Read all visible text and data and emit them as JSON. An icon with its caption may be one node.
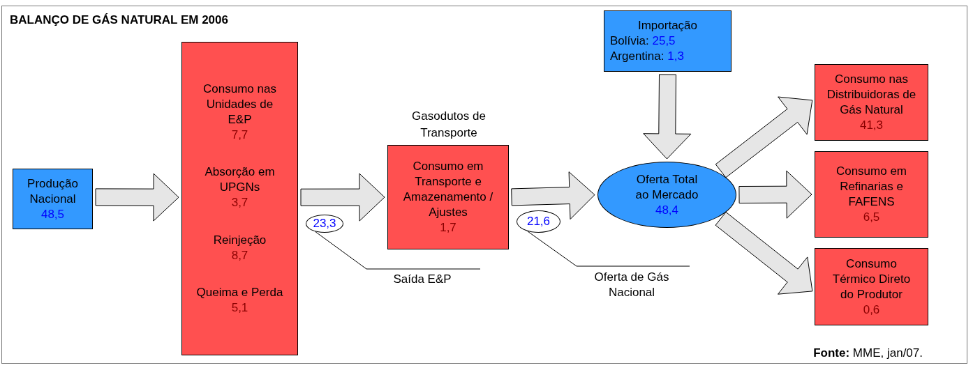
{
  "diagram": {
    "title": "BALANÇO DE GÁS NATURAL EM 2006",
    "nodes": [
      {
        "text": [
          "Produção Nacional",
          "48,5"
        ]
      },
      {
        "text": [
          "Consumo nas Unidades de E&P",
          "7,7",
          "Absorção em UPGNs",
          "3,7",
          "Reinjeção",
          "8,7",
          "Queima e Perda",
          "5,1"
        ]
      },
      {
        "text": [
          "Gasodutos de Transporte",
          "Consumo em Transporte e Amazenamento / Ajustes",
          "1,7"
        ]
      },
      {
        "text": [
          "Importação",
          "Bolívia:",
          "25,5",
          "Argentina:",
          "1,3"
        ]
      },
      {
        "text": [
          "Oferta Total ao Mercado",
          "48,4"
        ]
      },
      {
        "text": [
          "Consumo nas Distribuidoras de Gás Natural",
          "41,3"
        ]
      },
      {
        "text": [
          "Consumo em Refinarias e FAFENS",
          "6,5"
        ]
      },
      {
        "text": [
          "Consumo Térmico Direto do Produtor",
          "0,6"
        ]
      },
      {
        "text": [
          "23,3"
        ]
      },
      {
        "text": [
          "21,6"
        ]
      },
      {
        "text": [
          "Saída E&P"
        ]
      },
      {
        "text": [
          "Oferta de Gás Nacional"
        ]
      }
    ],
    "edges": [
      {
        "from": 0,
        "to": 1,
        "arrow": "to"
      },
      {
        "from": 1,
        "to": 2,
        "arrow": "to"
      },
      {
        "from": 2,
        "to": 4,
        "arrow": "to"
      },
      {
        "from": 3,
        "to": 4,
        "arrow": "to"
      },
      {
        "from": 4,
        "to": 5,
        "arrow": "to"
      },
      {
        "from": 4,
        "to": 6,
        "arrow": "to"
      },
      {
        "from": 4,
        "to": 7,
        "arrow": "to"
      },
      {
        "from": 10,
        "to": 8,
        "arrow": "none"
      },
      {
        "from": 11,
        "to": 9,
        "arrow": "none"
      }
    ],
    "labels": [
      "**Fonte:** MME, jan/07."
    ]
  }
}
